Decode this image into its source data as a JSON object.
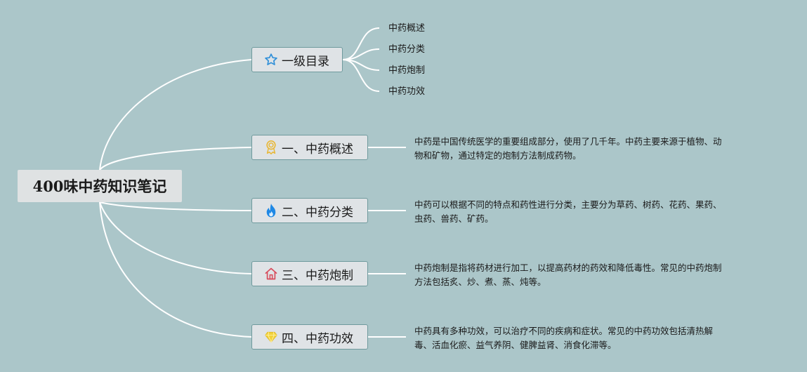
{
  "root": {
    "title": "400味中药知识笔记"
  },
  "toc": {
    "label": "一级目录",
    "icon": "star-icon",
    "items": [
      "中药概述",
      "中药分类",
      "中药炮制",
      "中药功效"
    ]
  },
  "sections": [
    {
      "label": "一、中药概述",
      "icon": "award-ribbon-icon",
      "desc": "中药是中国传统医学的重要组成部分，使用了几千年。中药主要来源于植物、动\n物和矿物，通过特定的炮制方法制成药物。"
    },
    {
      "label": "二、中药分类",
      "icon": "flame-icon",
      "desc": "中药可以根据不同的特点和药性进行分类，主要分为草药、树药、花药、果药、\n虫药、兽药、矿药。"
    },
    {
      "label": "三、中药炮制",
      "icon": "house-icon",
      "desc": "中药炮制是指将药材进行加工，以提高药材的药效和降低毒性。常见的中药炮制\n方法包括炙、炒、煮、蒸、炖等。"
    },
    {
      "label": "四、中药功效",
      "icon": "diamond-icon",
      "desc": "中药具有多种功效，可以治疗不同的疾病和症状。常见的中药功效包括清热解\n毒、活血化瘀、益气养阴、健脾益肾、消食化滞等。"
    }
  ],
  "colors": {
    "background": "#abc6c9",
    "connector": "#ffffff",
    "node_border": "#6f9a9d",
    "star_icon": "#2f8fd8",
    "award_icon": "#e8b83a",
    "flame_icon": "#1e88e5",
    "house_icon": "#d84a5a",
    "diamond_icon": "#f2d23a"
  }
}
